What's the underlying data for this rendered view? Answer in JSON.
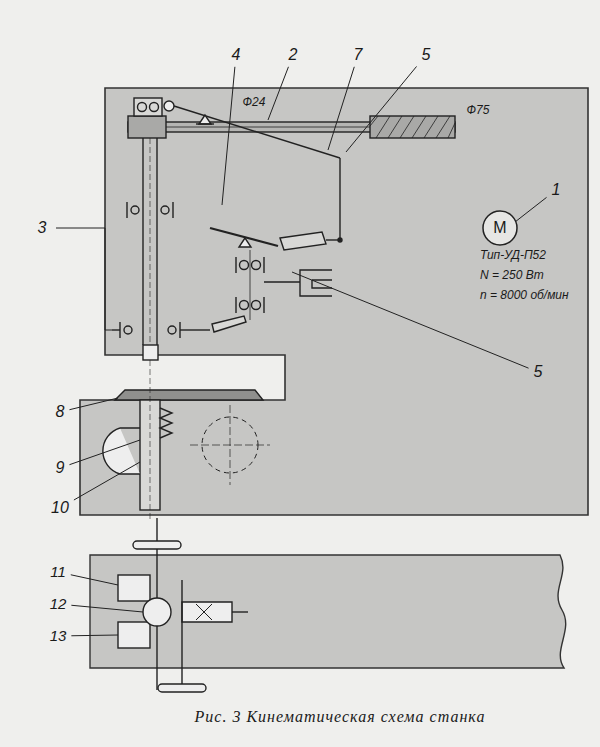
{
  "diagram": {
    "caption": "Рис. 3 Кинематическая схема станка",
    "nodes": [
      {
        "text": [
          "М"
        ]
      }
    ],
    "labels": [
      "4",
      "2",
      "7",
      "5",
      "3",
      "1",
      "Ф24",
      "Ф75",
      "Тип-УД-П52",
      "N = 250 Вт",
      "n = 8000 об/мин",
      "5",
      "8",
      "9",
      "10",
      "11",
      "12",
      "13"
    ]
  }
}
